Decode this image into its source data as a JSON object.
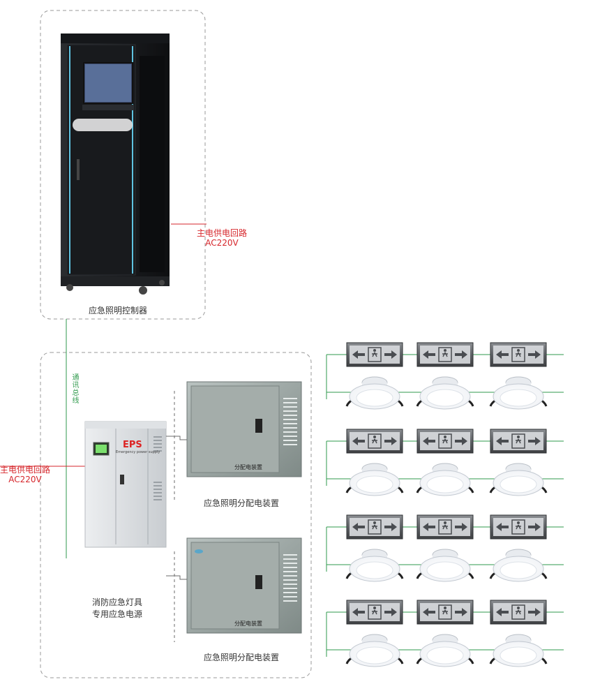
{
  "labels": {
    "controller": "应急照明控制器",
    "main_power_top_1": "主电供电回路",
    "main_power_top_2": "AC220V",
    "main_power_left_1": "主电供电回路",
    "main_power_left_2": "AC220V",
    "comm_bus": "通讯总线",
    "eps_logo": "EPS",
    "eps_sub": "Emergency power supply",
    "eps_caption_1": "消防应急灯具",
    "eps_caption_2": "专用应急电源",
    "dist_box_text": "分配电装置",
    "dist_caption_1": "应急照明分配电装置",
    "dist_caption_2": "应急照明分配电装置"
  },
  "colors": {
    "red_line": "#d6262b",
    "green_line": "#2f9a4c",
    "dashed_box": "#9a9a9a"
  },
  "fixtures": {
    "groups": 4,
    "columns": 3,
    "per_group": [
      "exit-sign",
      "downlight"
    ]
  }
}
